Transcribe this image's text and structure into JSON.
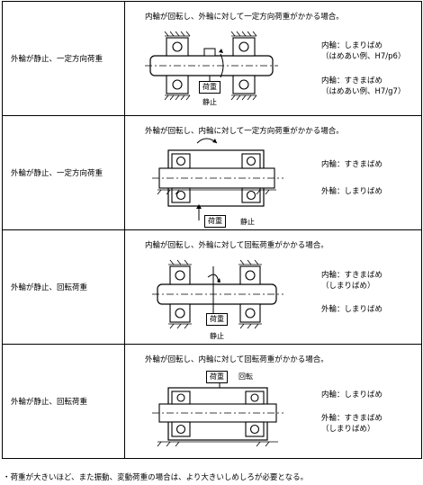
{
  "rows": [
    {
      "condition": "外輪が静止、一定方向荷重",
      "heading": "内輪が回転し、外輪に対して一定方向荷重がかかる場合。",
      "inner_fit": "内輪：しまりばめ",
      "inner_fit_example": "（はめあい例、H7/p6）",
      "outer_fit": "内輪：すきまばめ",
      "outer_fit_example": "（はめあい例、H7/g7）",
      "load_label": "荷重",
      "state_label": "静止"
    },
    {
      "condition": "外輪が静止、一定方向荷重",
      "heading": "外輪が回転し、内輪に対して一定方向荷重がかかる場合。",
      "inner_fit": "内輪：すきまばめ",
      "outer_fit": "外輪：しまりばめ",
      "load_label": "荷重",
      "state_label": "静止"
    },
    {
      "condition": "外輪が静止、回転荷重",
      "heading": "内輪が回転し、外輪に対して回転荷重がかかる場合。",
      "inner_fit": "内輪：すきまばめ",
      "inner_fit_example": "（しまりばめ）",
      "outer_fit": "外輪：しまりばめ",
      "load_label": "荷重",
      "state_label": "静止"
    },
    {
      "condition": "外輪が静止、回転荷重",
      "heading": "外輪が回転し、内輪に対して回転荷重がかかる場合。",
      "inner_fit": "内輪：しまりばめ",
      "outer_fit": "外輪：すきまばめ",
      "outer_fit_example": "（しまりばめ）",
      "load_label": "荷重",
      "state_label": "回転"
    }
  ],
  "footnote": "・荷重が大きいほど、また振動、変動荷重の場合は、より大きいしめしろが必要となる。"
}
